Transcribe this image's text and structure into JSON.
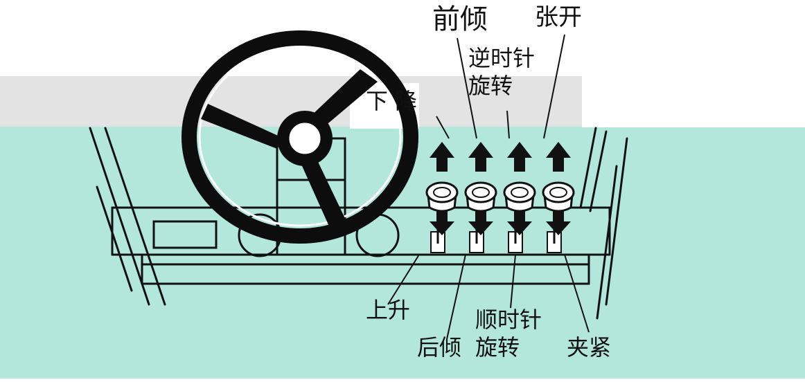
{
  "labels": {
    "lower": "下 降",
    "tilt_forward": "前倾",
    "ccw_line1": "逆时针",
    "ccw_line2": "旋转",
    "open": "张开",
    "raise": "上升",
    "tilt_back": "后倾",
    "cw_line1": "顺时针",
    "cw_line2": "旋转",
    "clamp": "夹紧"
  },
  "colors": {
    "background": "#b3e7dc",
    "band": "#e3e3e3",
    "ink": "#111111",
    "wheel": "#0d0d0d"
  },
  "lever_count": 4
}
